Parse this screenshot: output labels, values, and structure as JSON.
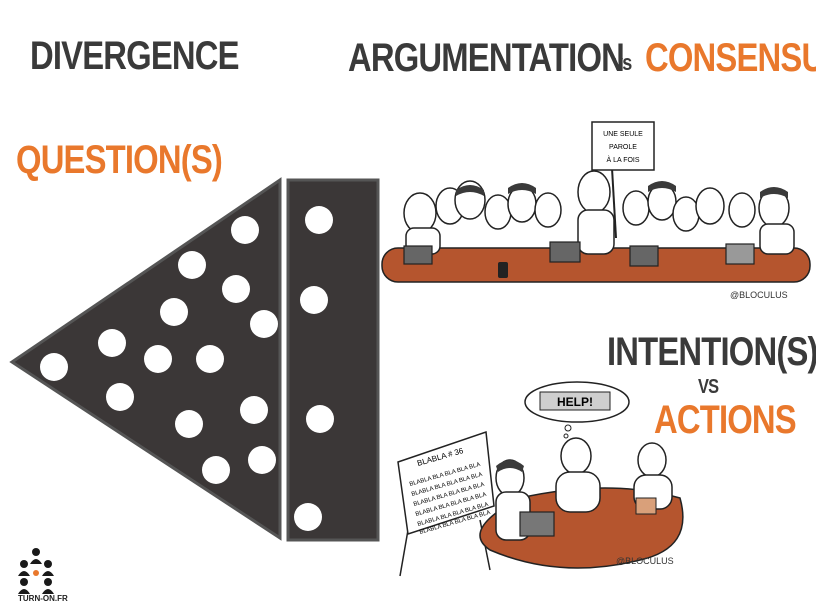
{
  "titles": {
    "divergence": "DIVERGENCE",
    "argumentation": "ARGUMENTATION",
    "vs1": "vs",
    "consensus": "CONSENSUS",
    "question": "QUESTION(S)",
    "intention": "INTENTION(S)",
    "vs2": "VS",
    "actions": "ACTIONS"
  },
  "sketch_meeting": {
    "sign_line1": "UNE SEULE",
    "sign_line2": "PAROLE",
    "sign_line3": "À LA FOIS"
  },
  "sketch_help": {
    "thought": "HELP!",
    "board_title": "BLABLA # 36",
    "board_lines": [
      "BLABLA BLA BLA BLA BLA",
      "BLABLA BLA BLA BLA BLA",
      "BLABLA BLA BLA BLA BLA",
      "BLABLA BLA BLA BLA BLA",
      "BLABLA BLA BLA BLA BLA",
      "BLABLA BLA BLA BLA BLA"
    ]
  },
  "signature": "@BLOCULUS",
  "logo_text": "TURN-ON.FR",
  "colors": {
    "dark": "#3a3a3a",
    "orange": "#e9782c",
    "table": "#b5552e"
  }
}
